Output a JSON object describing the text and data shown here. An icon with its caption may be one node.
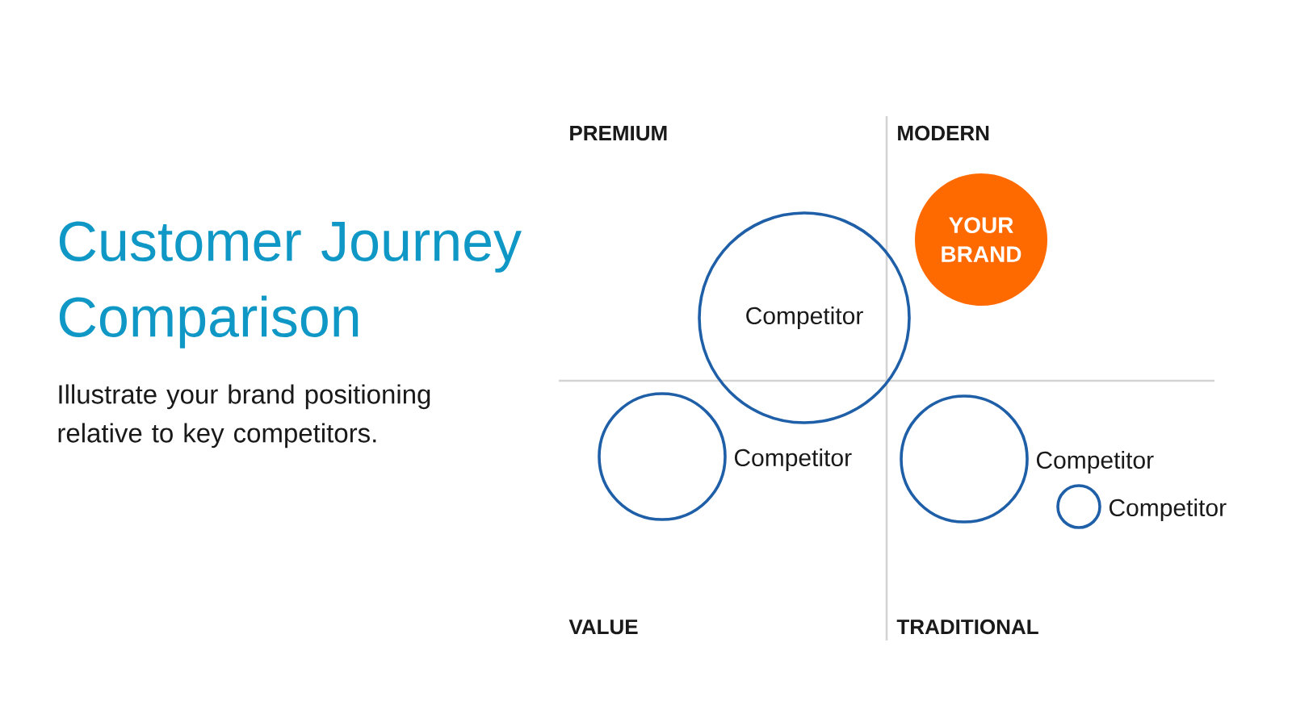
{
  "diagram": {
    "title": "Customer Journey Comparison",
    "nodes": [
      {
        "text": [
          "YOUR BRAND"
        ]
      },
      {
        "text": [
          "Competitor"
        ]
      },
      {
        "text": [],
        "shape": "circle",
        "beside": [
          "Competitor"
        ]
      },
      {
        "text": [],
        "shape": "circle",
        "beside": [
          "Competitor"
        ]
      },
      {
        "text": [],
        "shape": "circle",
        "beside": [
          "Competitor"
        ]
      }
    ],
    "labels": [
      "Illustrate your brand positioning relative to key competitors.",
      "PREMIUM",
      "MODERN",
      "VALUE",
      "TRADITIONAL"
    ]
  }
}
